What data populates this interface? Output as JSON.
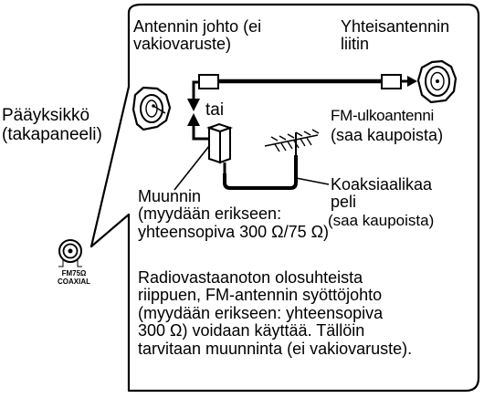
{
  "labels": {
    "antenna_cable": [
      "Antennin johto (ei",
      "vakiovaruste)"
    ],
    "community_connector": [
      "Yhteisantennin",
      "liitin"
    ],
    "main_unit": [
      "Pääyksikkö",
      "(takapaneeli)"
    ],
    "tai": "tai",
    "fm_outdoor_antenna": "FM-ulkoantenni",
    "buy_from_store_1": "(saa kaupoista)",
    "coax_cable": [
      "Koaksiaalikaa",
      "peli"
    ],
    "buy_from_store_2": "(saa kaupoista)",
    "converter": [
      "Muunnin",
      "(myydään erikseen:",
      "yhteensopiva 300 Ω/75 Ω)"
    ],
    "note": [
      "Radiovastaanoton olosuhteista",
      "riippuen, FM-antennin syöttöjohto",
      "(myydään erikseen: yhteensopiva",
      "300 Ω) voidaan käyttää. Tällöin",
      "tarvitaan muunninta (ei vakiovaruste)."
    ],
    "jack_label": [
      "FM75Ω",
      "COAXIAL"
    ]
  },
  "icons": [
    "coax-plug-icon",
    "antenna-socket-icon",
    "fm-antenna-icon",
    "converter-icon",
    "coaxial-jack-icon"
  ]
}
